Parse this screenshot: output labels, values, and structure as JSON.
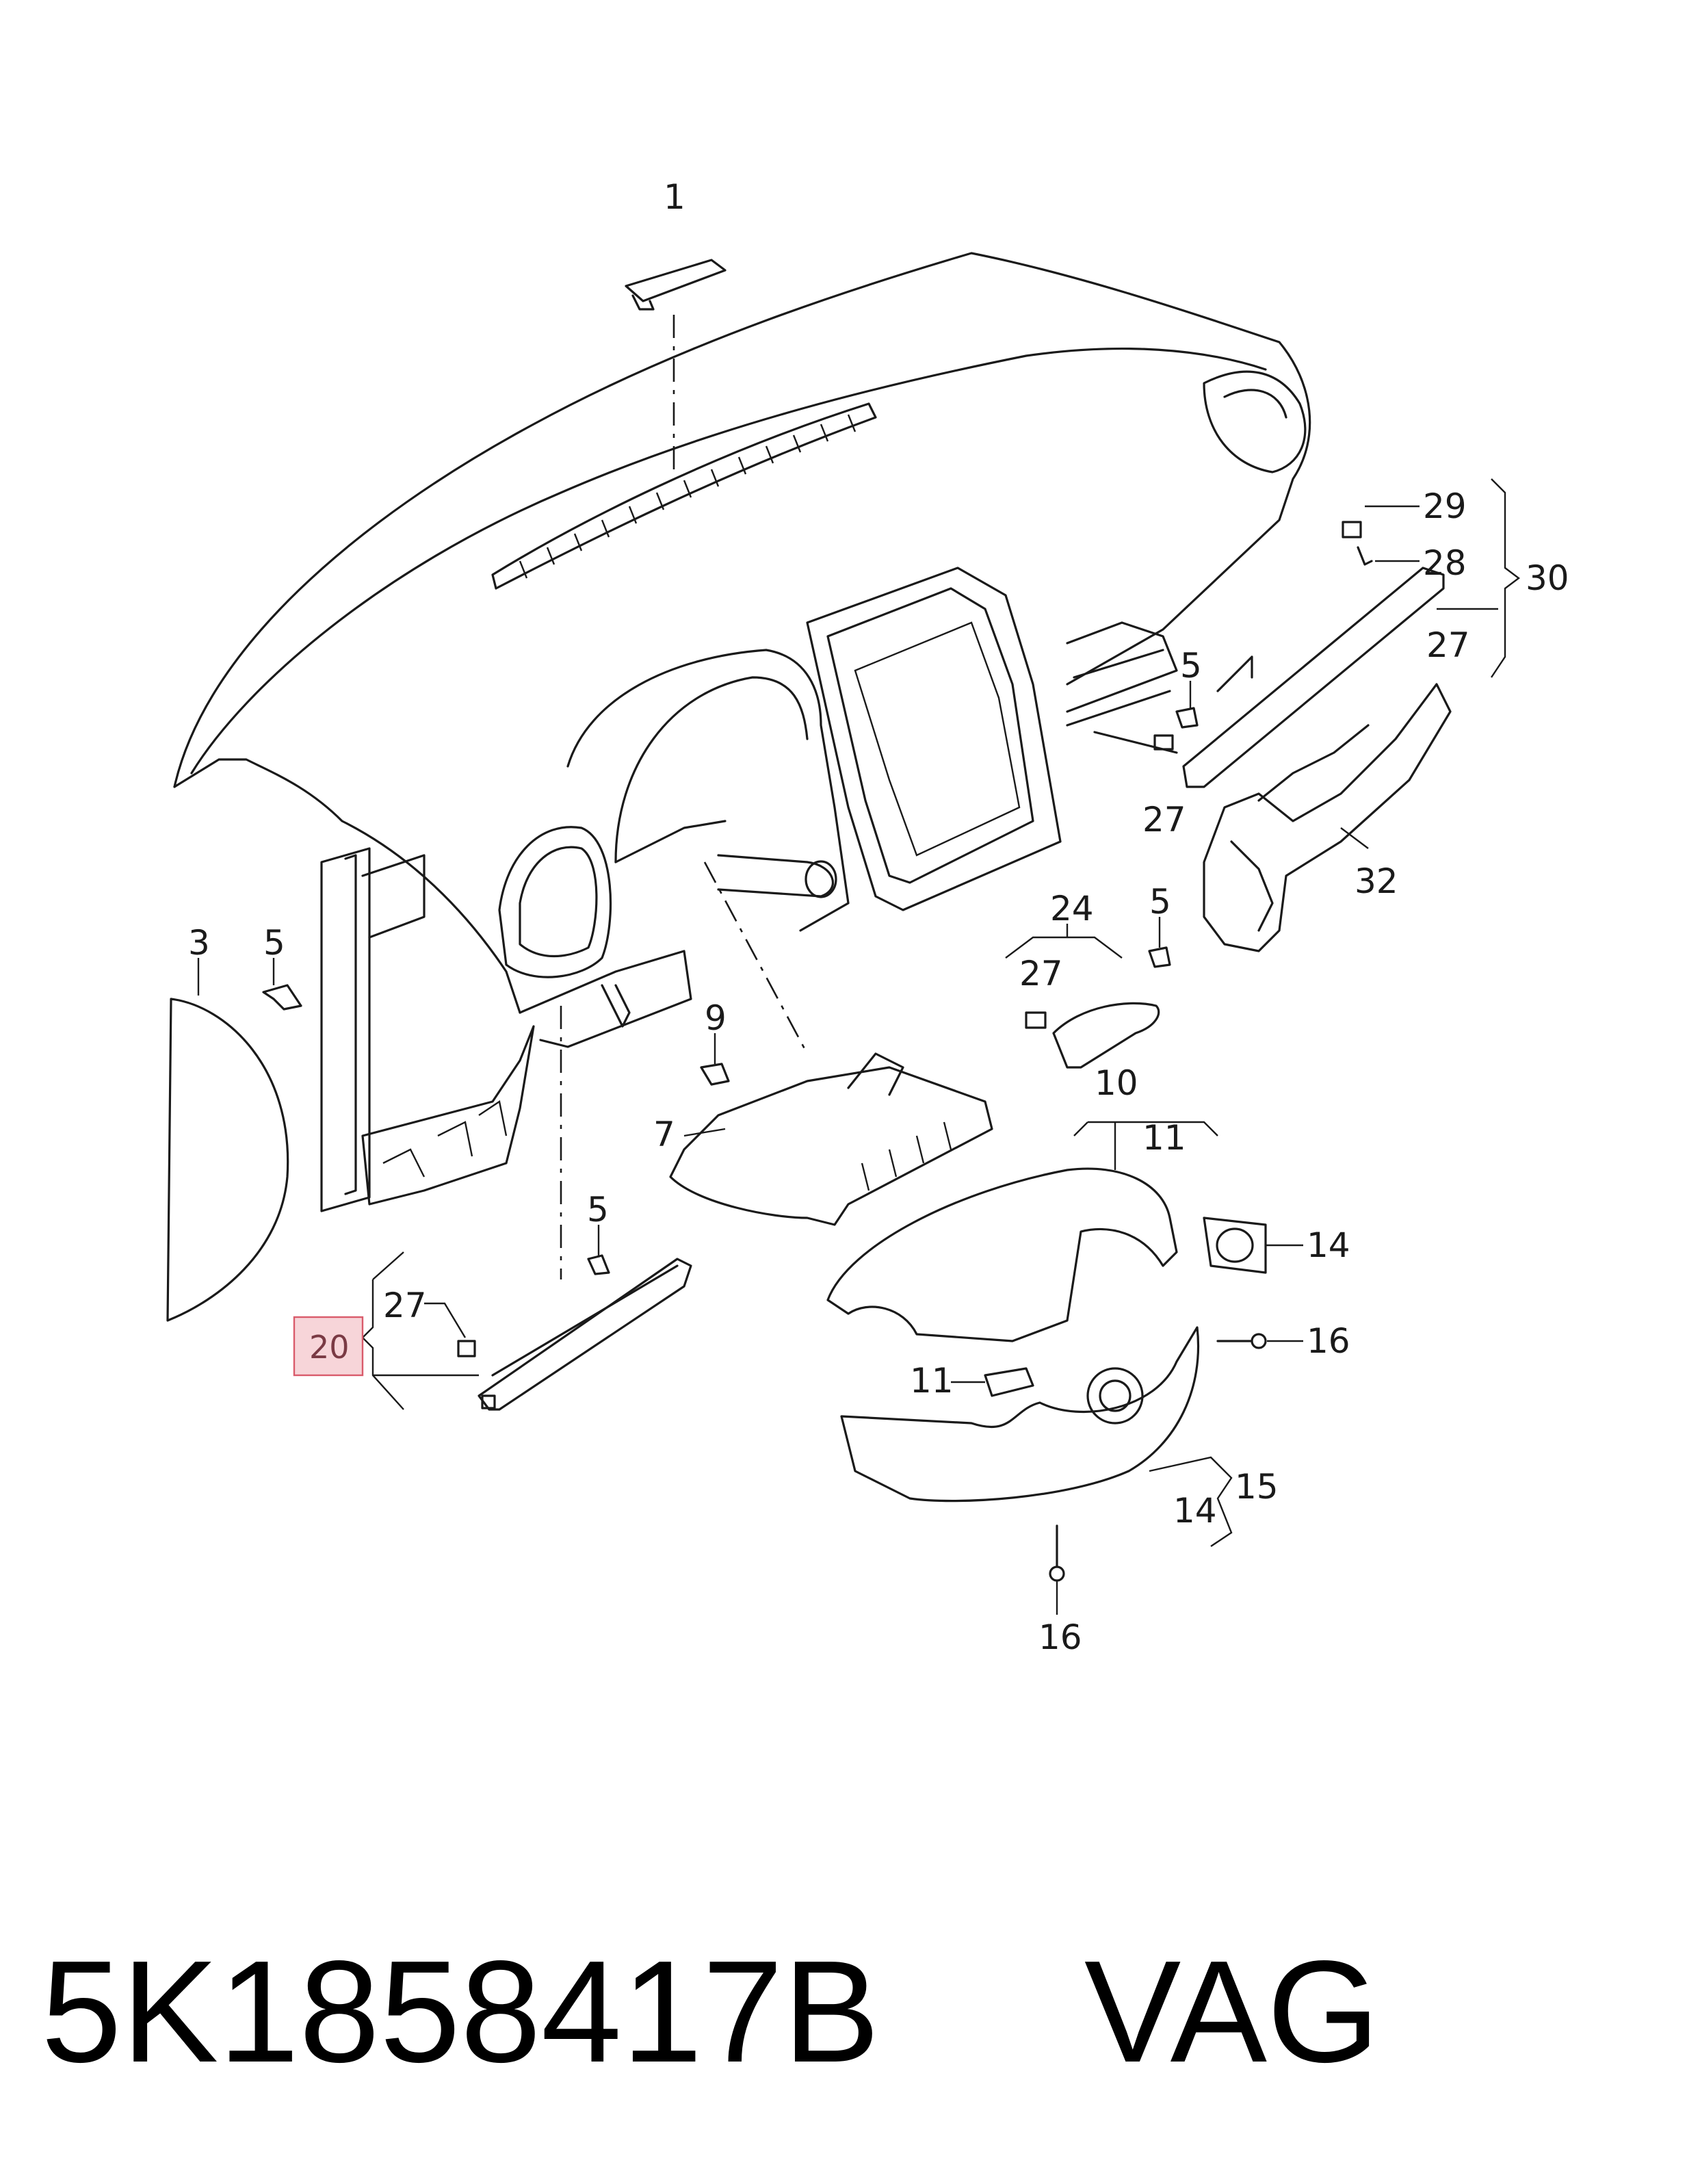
{
  "footer": {
    "part_number": "5K1858417B",
    "brand": "VAG"
  },
  "highlighted_callout": "20",
  "callouts": {
    "c1": "1",
    "c3": "3",
    "c5a": "5",
    "c5b": "5",
    "c5c": "5",
    "c5d": "5",
    "c7": "7",
    "c9": "9",
    "c10": "10",
    "c11a": "11",
    "c11b": "11",
    "c14a": "14",
    "c14b": "14",
    "c15": "15",
    "c16a": "16",
    "c16b": "16",
    "c20": "20",
    "c24": "24",
    "c27a": "27",
    "c27b": "27",
    "c27c": "27",
    "c27d": "27",
    "c28": "28",
    "c29": "29",
    "c30": "30",
    "c32": "32"
  },
  "colors": {
    "line": "#1a1a1a",
    "highlight_fill": "#f7d5d9",
    "highlight_stroke": "#d95b6b"
  }
}
